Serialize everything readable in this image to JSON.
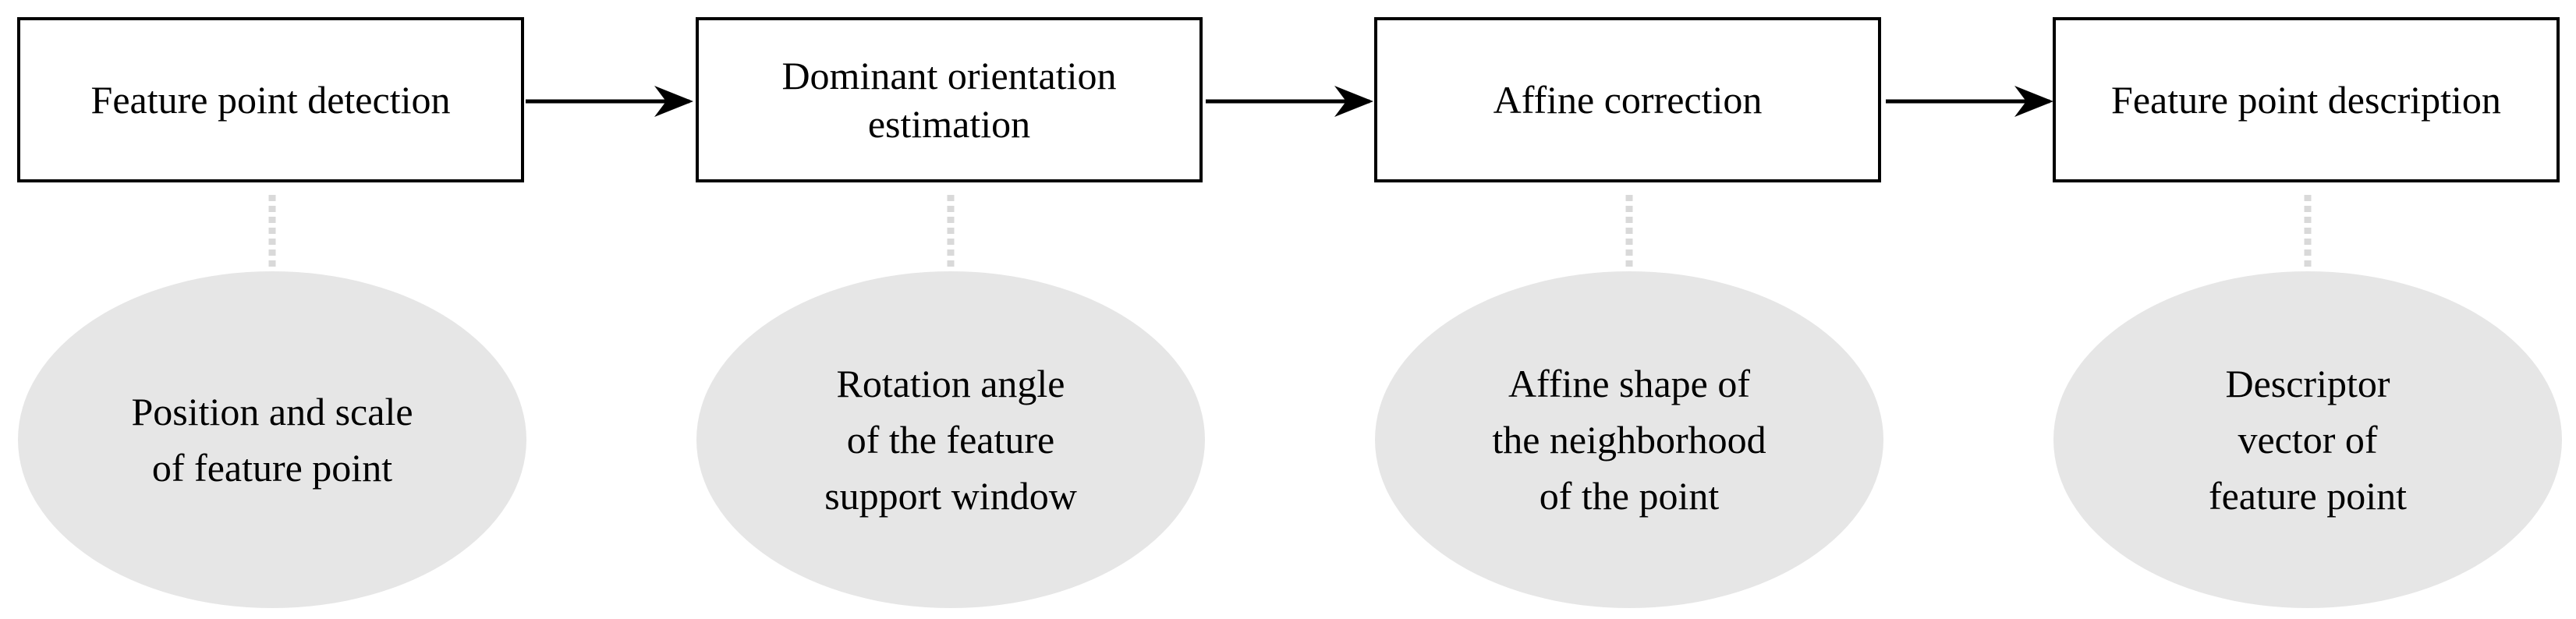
{
  "colors": {
    "box_border": "#000000",
    "box_fill": "#ffffff",
    "ellipse_fill": "#e6e6e6",
    "connector": "#d9d9d9",
    "arrow": "#000000"
  },
  "stages": [
    {
      "label": "Feature point detection",
      "output": "Position and scale\nof feature point"
    },
    {
      "label": "Dominant orientation\nestimation",
      "output": "Rotation angle\nof the feature\nsupport window"
    },
    {
      "label": "Affine correction",
      "output": "Affine shape of\nthe neighborhood\nof the point"
    },
    {
      "label": "Feature point description",
      "output": "Descriptor\nvector of\nfeature point"
    }
  ]
}
